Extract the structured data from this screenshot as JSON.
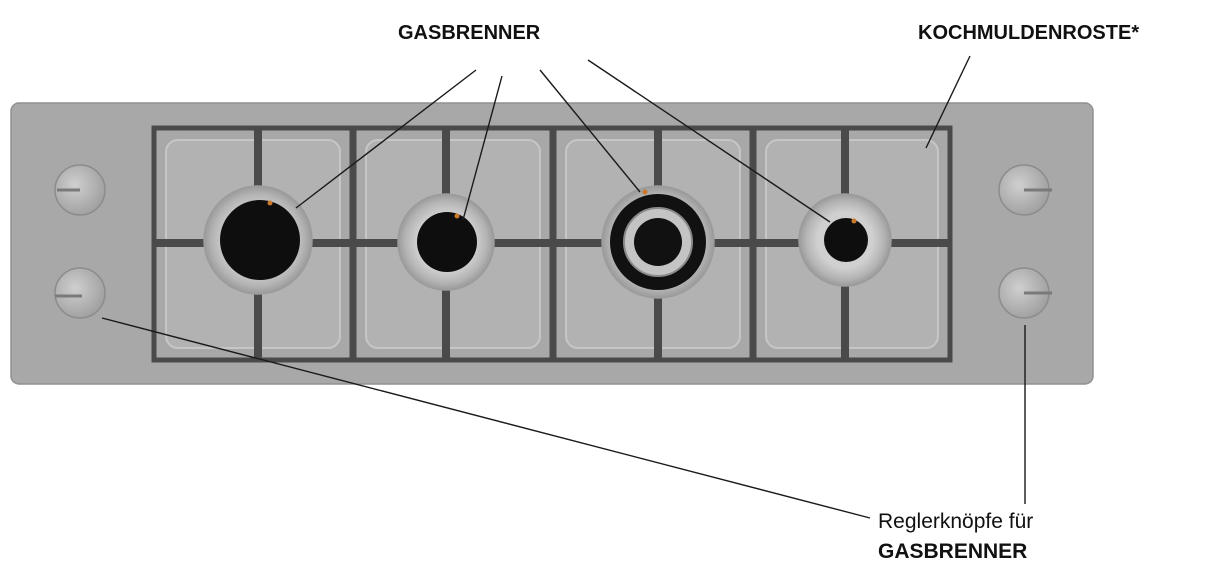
{
  "labels": {
    "burners": "GASBRENNER",
    "grates": "KOCHMULDENROSTE*",
    "knobs_line1": "Reglerknöpfe für",
    "knobs_line2": "GASBRENNER"
  },
  "colors": {
    "panel": "#a7a7a7",
    "panel_edge": "#8e8e8e",
    "grate": "#4a4a4a",
    "burner_cap": "#0d0d0d",
    "burner_ring": "#bdbdbd",
    "knob": "#b2b2b2",
    "leader": "#1a1a1a"
  }
}
